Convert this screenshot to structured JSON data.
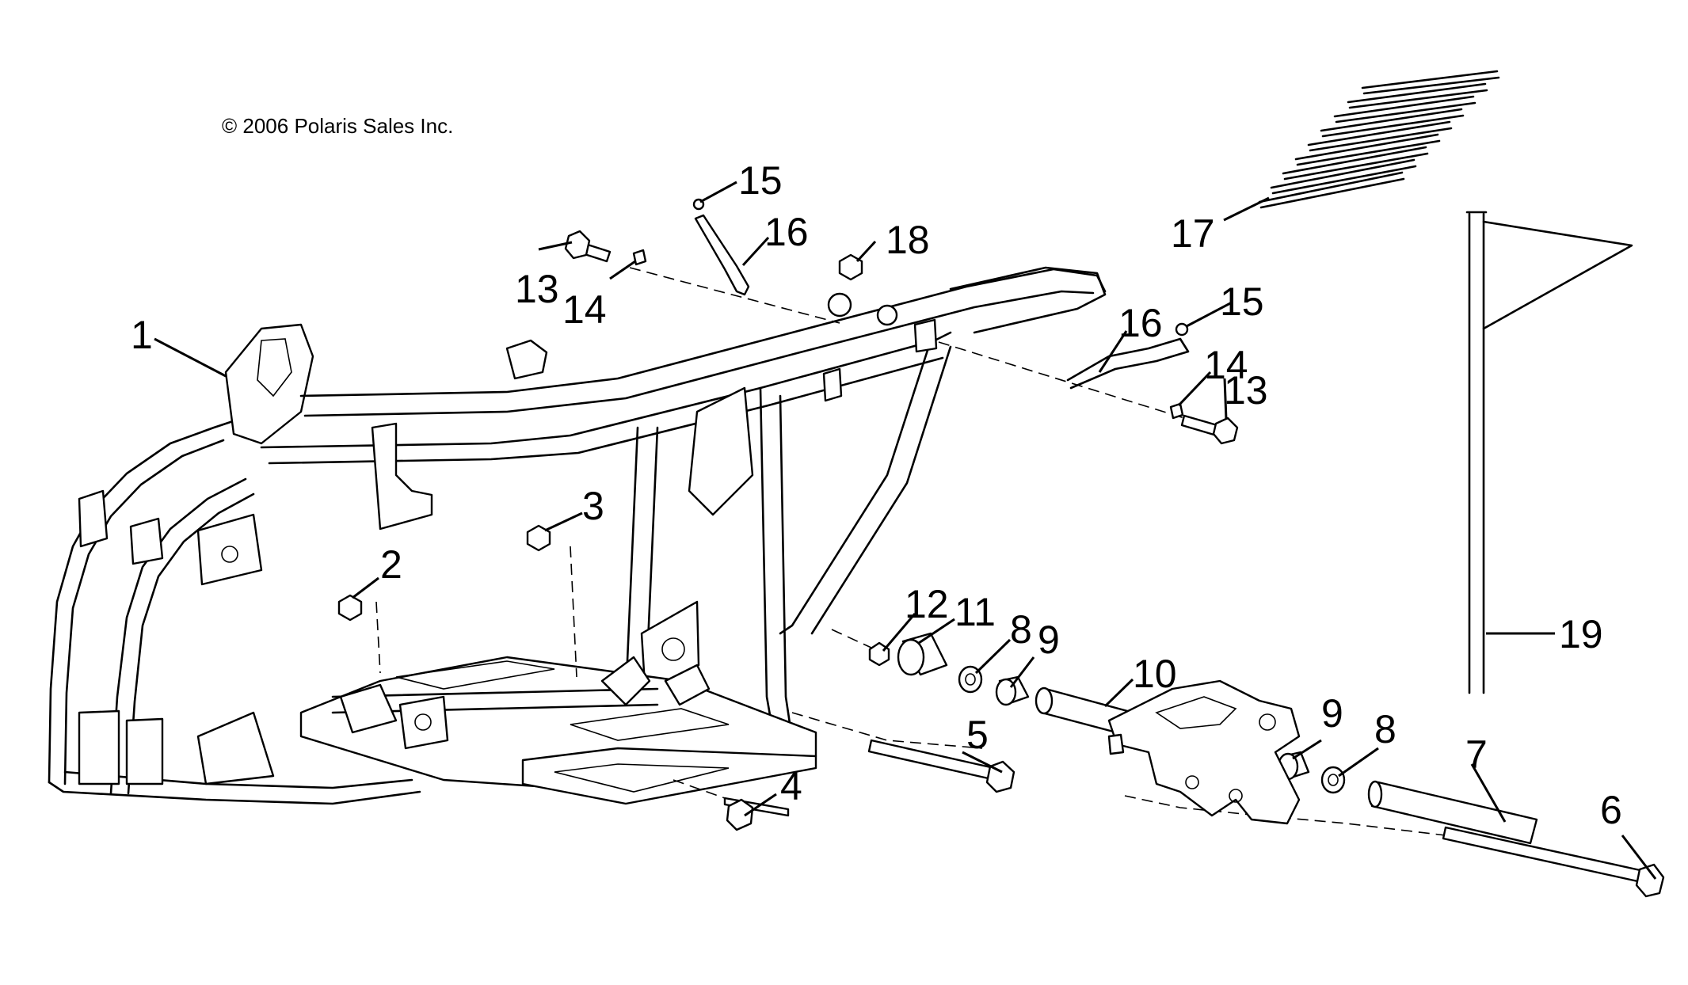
{
  "copyright": "© 2006 Polaris Sales Inc.",
  "callouts": [
    {
      "id": "1",
      "label": "1"
    },
    {
      "id": "2",
      "label": "2"
    },
    {
      "id": "3",
      "label": "3"
    },
    {
      "id": "4",
      "label": "4"
    },
    {
      "id": "5",
      "label": "5"
    },
    {
      "id": "6",
      "label": "6"
    },
    {
      "id": "7",
      "label": "7"
    },
    {
      "id": "8a",
      "label": "8"
    },
    {
      "id": "8b",
      "label": "8"
    },
    {
      "id": "9a",
      "label": "9"
    },
    {
      "id": "9b",
      "label": "9"
    },
    {
      "id": "10",
      "label": "10"
    },
    {
      "id": "11",
      "label": "11"
    },
    {
      "id": "12",
      "label": "12"
    },
    {
      "id": "13a",
      "label": "13"
    },
    {
      "id": "13b",
      "label": "13"
    },
    {
      "id": "14a",
      "label": "14"
    },
    {
      "id": "14b",
      "label": "14"
    },
    {
      "id": "15a",
      "label": "15"
    },
    {
      "id": "15b",
      "label": "15"
    },
    {
      "id": "16a",
      "label": "16"
    },
    {
      "id": "16b",
      "label": "16"
    },
    {
      "id": "17",
      "label": "17"
    },
    {
      "id": "18",
      "label": "18"
    },
    {
      "id": "19",
      "label": "19"
    }
  ]
}
